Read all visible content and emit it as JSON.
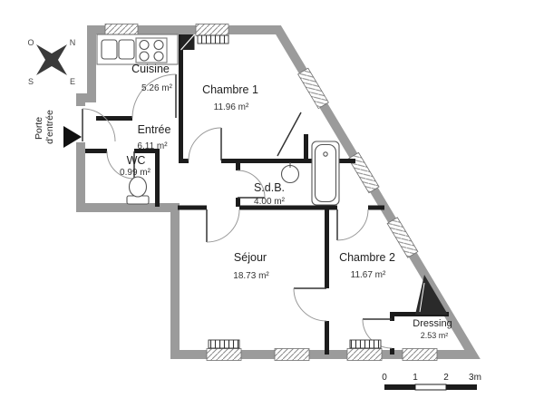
{
  "plan": {
    "rooms": [
      {
        "name": "Cuisine",
        "area": "5.26 m²"
      },
      {
        "name": "Chambre 1",
        "area": "11.96 m²"
      },
      {
        "name": "Entrée",
        "area": "6.11 m²"
      },
      {
        "name": "WC",
        "area": "0.99 m²"
      },
      {
        "name": "S.d.B.",
        "area": "4.00 m²"
      },
      {
        "name": "Séjour",
        "area": "18.73 m²"
      },
      {
        "name": "Chambre 2",
        "area": "11.67 m²"
      },
      {
        "name": "Dressing",
        "area": "2.53 m²"
      }
    ],
    "entrance": {
      "line1": "Porte",
      "line2": "d'entrée"
    },
    "compass": {
      "n": "N",
      "s": "S",
      "e": "E",
      "o": "O"
    },
    "scale": {
      "t0": "0",
      "t1": "1",
      "t2": "2",
      "t3": "3m"
    },
    "colors": {
      "wall_gray": "#9b9b9b",
      "interior_black": "#1c1c1c",
      "background": "#ffffff"
    }
  }
}
